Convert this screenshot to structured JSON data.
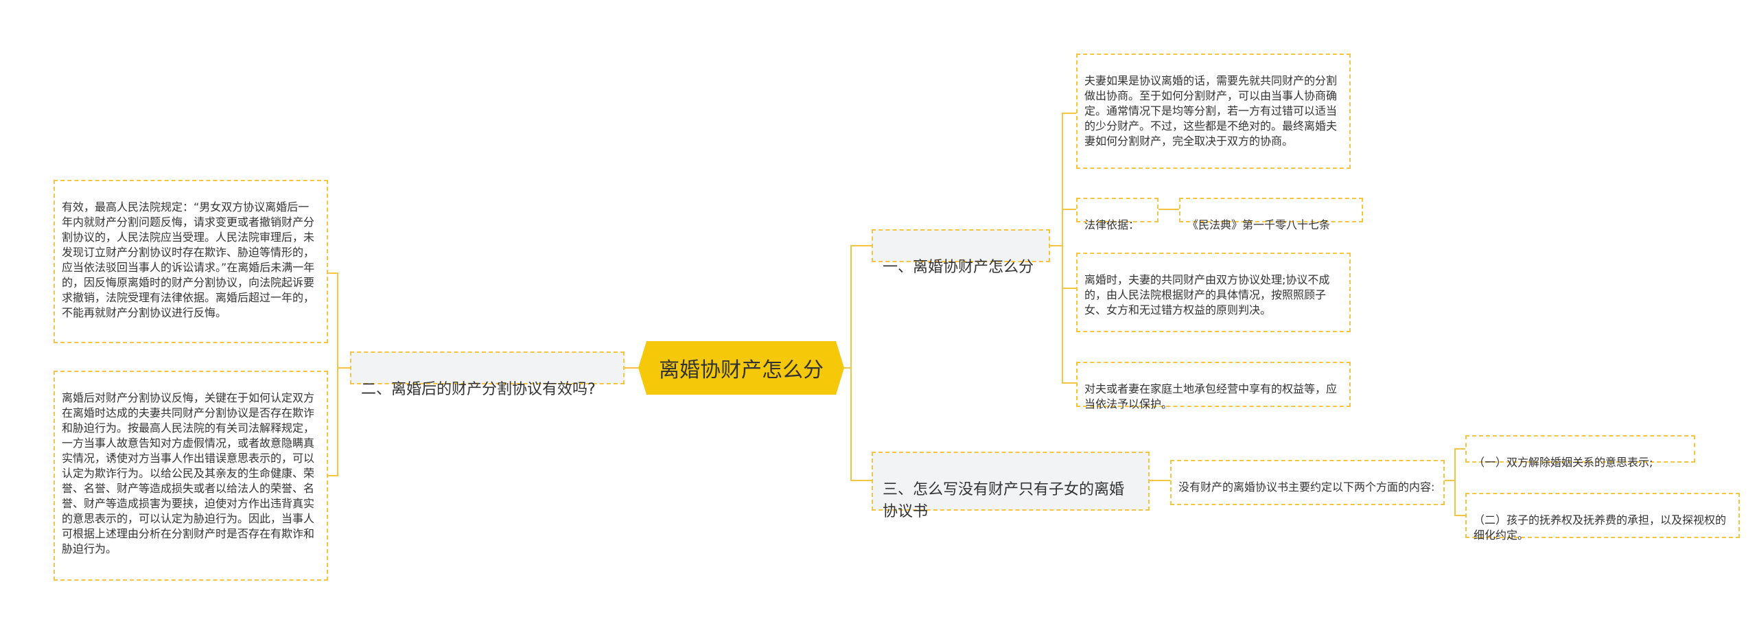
{
  "root": {
    "title": "离婚协财产怎么分"
  },
  "branches": {
    "b1": {
      "label": "一、离婚协财产怎么分"
    },
    "b2": {
      "label": "二、离婚后的财产分割协议有效吗?"
    },
    "b3": {
      "label": "三、怎么写没有财产只有子女的离婚协议书"
    }
  },
  "b1_children": {
    "c1": "夫妻如果是协议离婚的话，需要先就共同财产的分割做出协商。至于如何分割财产，可以由当事人协商确定。通常情况下是均等分割，若一方有过错可以适当的少分财产。不过，这些都是不绝对的。最终离婚夫妻如何分割财产，完全取决于双方的协商。",
    "c2_label": "法律依据：",
    "c2_value": "《民法典》第一千零八十七条",
    "c3": "离婚时，夫妻的共同财产由双方协议处理;协议不成的，由人民法院根据财产的具体情况，按照照顾子女、女方和无过错方权益的原则判决。",
    "c4": "对夫或者妻在家庭土地承包经营中享有的权益等，应当依法予以保护。"
  },
  "b2_children": {
    "c1": "有效，最高人民法院规定：“男女双方协议离婚后一年内就财产分割问题反悔，请求变更或者撤销财产分割协议的，人民法院应当受理。人民法院审理后，未发现订立财产分割协议时存在欺诈、胁迫等情形的，应当依法驳回当事人的诉讼请求。”在离婚后未满一年的，因反悔原离婚时的财产分割协议，向法院起诉要求撤销，法院受理有法律依据。离婚后超过一年的，不能再就财产分割协议进行反悔。",
    "c2": "离婚后对财产分割协议反悔，关键在于如何认定双方在离婚时达成的夫妻共同财产分割协议是否存在欺诈和胁迫行为。按最高人民法院的有关司法解释规定，一方当事人故意告知对方虚假情况，或者故意隐瞒真实情况，诱使对方当事人作出错误意思表示的，可以认定为欺诈行为。以给公民及其亲友的生命健康、荣誉、名誉、财产等造成损失或者以给法人的荣誉、名誉、财产等造成损害为要挟，迫使对方作出违背真实的意思表示的，可以认定为胁迫行为。因此，当事人可根据上述理由分析在分割财产时是否存在有欺诈和胁迫行为。"
  },
  "b3_children": {
    "mid": "没有财产的离婚协议书主要约定以下两个方面的内容:",
    "c1": "（一）双方解除婚姻关系的意思表示;",
    "c2": "（二）孩子的抚养权及抚养费的承担，以及探视权的细化约定。"
  },
  "colors": {
    "root": "#f5c80a",
    "line": "#f5c542",
    "branch_bg": "#f2f3f5"
  }
}
